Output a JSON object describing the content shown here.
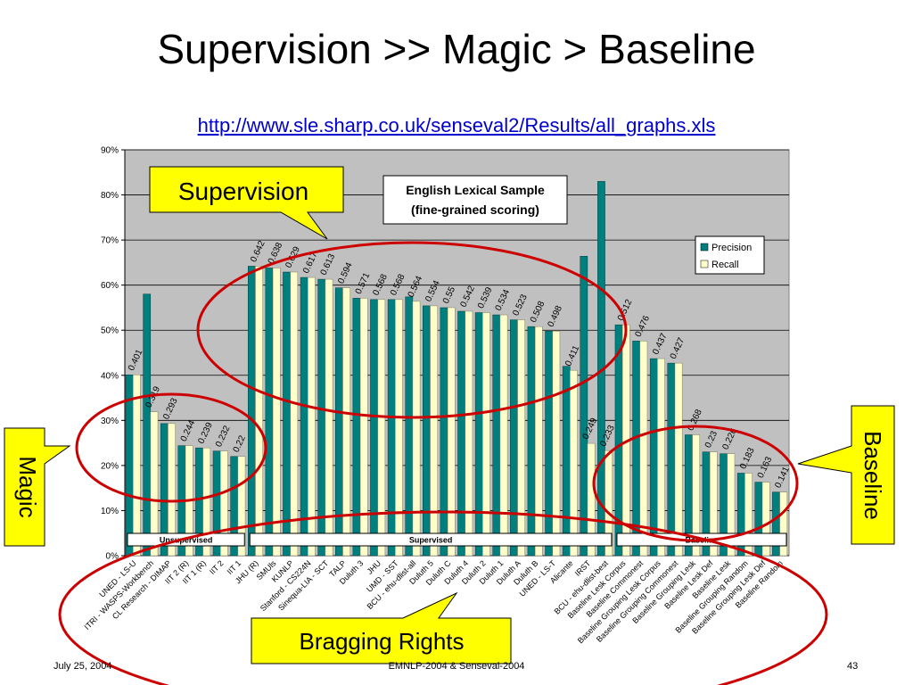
{
  "slide": {
    "title": "Supervision >> Magic > Baseline",
    "link": "http://www.sle.sharp.co.uk/senseval2/Results/all_graphs.xls",
    "footer_date": "July 25, 2004",
    "footer_center": "EMNLP-2004 & Senseval-2004",
    "page_number": "43"
  },
  "callouts": {
    "supervision": "Supervision",
    "magic": "Magic",
    "baseline": "Baseline",
    "bragging": "Bragging Rights"
  },
  "colors": {
    "precision": "#007f7f",
    "recall": "#ffffcc",
    "plot_bg": "#c0c0c0",
    "callout_fill": "#ffff00",
    "ellipse": "#cc0000",
    "link": "#0000cc"
  },
  "chart_data": {
    "type": "bar",
    "title": "English Lexical Sample\n(fine-grained scoring)",
    "ylim": [
      0,
      0.9
    ],
    "y_ticks": [
      "0%",
      "10%",
      "20%",
      "30%",
      "40%",
      "50%",
      "60%",
      "70%",
      "80%",
      "90%"
    ],
    "grid": true,
    "legend_position": "right",
    "categories": [
      "UNED - LS-U",
      "ITRI - WASPS-Workbench",
      "CL Research - DIMAP",
      "IIT 2 (R)",
      "IIT 1 (R)",
      "IIT 2",
      "IIT 1",
      "JHU (R)",
      "SMUls",
      "KUNLP",
      "Stanford - CS224N",
      "Sinequa-LIA - SCT",
      "TALP",
      "Duluth 3",
      "JHU",
      "UMD - SST",
      "BCU - ehu-dlist-all",
      "Duluth 5",
      "Duluth C",
      "Duluth 4",
      "Duluth 2",
      "Duluth 1",
      "Duluth A",
      "Duluth B",
      "UNED - LS-T",
      "Alicante",
      "IRST",
      "BCU - ehu-dlist-best",
      "Baseline Lesk Corpus",
      "Baseline Commonest",
      "Baseline Grouping Lesk Corpus",
      "Baseline Grouping Commonest",
      "Baseline Grouping Lesk",
      "Baseline Lesk Def",
      "Baseline Lesk",
      "Baseline Grouping Random",
      "Baseline Grouping Lesk Def",
      "Baseline Random"
    ],
    "series": [
      {
        "name": "Precision",
        "values": [
          0.401,
          0.58,
          0.293,
          0.244,
          0.239,
          0.232,
          0.22,
          0.642,
          0.638,
          0.629,
          0.617,
          0.613,
          0.594,
          0.571,
          0.568,
          0.568,
          0.574,
          0.554,
          0.55,
          0.542,
          0.539,
          0.534,
          0.523,
          0.508,
          0.498,
          0.42,
          0.664,
          0.83,
          0.512,
          0.476,
          0.437,
          0.427,
          0.268,
          0.23,
          0.226,
          0.183,
          0.163,
          0.141
        ]
      },
      {
        "name": "Recall",
        "values": [
          0.401,
          0.319,
          0.293,
          0.244,
          0.239,
          0.232,
          0.22,
          0.642,
          0.638,
          0.629,
          0.617,
          0.613,
          0.594,
          0.571,
          0.568,
          0.568,
          0.564,
          0.554,
          0.55,
          0.542,
          0.539,
          0.534,
          0.523,
          0.508,
          0.498,
          0.411,
          0.249,
          0.233,
          0.512,
          0.476,
          0.437,
          0.427,
          0.268,
          0.23,
          0.226,
          0.183,
          0.163,
          0.141
        ]
      }
    ],
    "data_labels": [
      "0.401",
      "0.319",
      "0.293",
      "0.244",
      "0.239",
      "0.232",
      "0.22",
      "0.642",
      "0.638",
      "0.629",
      "0.617",
      "0.613",
      "0.594",
      "0.571",
      "0.568",
      "0.568",
      "0.564",
      "0.554",
      "0.55",
      "0.542",
      "0.539",
      "0.534",
      "0.523",
      "0.508",
      "0.498",
      "0.411",
      "0.249",
      "0.233",
      "0.512",
      "0.476",
      "0.437",
      "0.427",
      "0.268",
      "0.23",
      "0.226",
      "0.183",
      "0.163",
      "0.141"
    ],
    "groups": [
      {
        "label": "Unsupervised",
        "from": 0,
        "to": 6
      },
      {
        "label": "Supervised",
        "from": 7,
        "to": 27
      },
      {
        "label": "Baseline",
        "from": 28,
        "to": 37
      }
    ]
  }
}
